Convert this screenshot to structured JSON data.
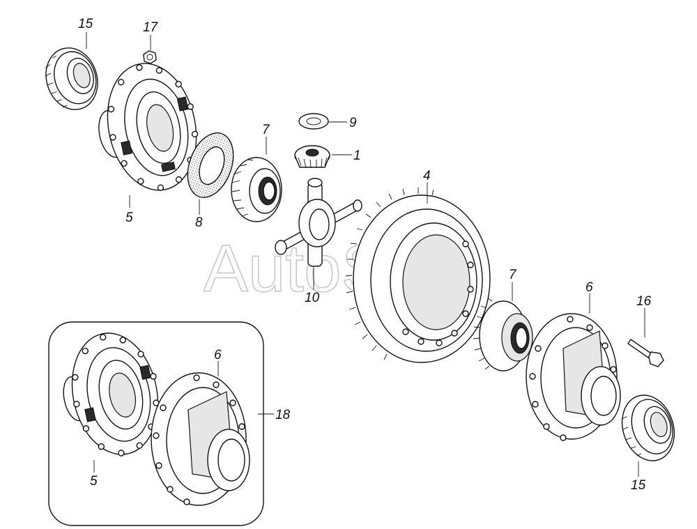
{
  "watermark": "AutoSoft",
  "callouts": {
    "c15_top": "15",
    "c17": "17",
    "c5_top": "5",
    "c8": "8",
    "c7_top": "7",
    "c9": "9",
    "c1": "1",
    "c10": "10",
    "c4": "4",
    "c7_mid": "7",
    "c6_right": "6",
    "c16": "16",
    "c15_bottom": "15",
    "c6_inset": "6",
    "c18": "18",
    "c5_inset": "5"
  }
}
